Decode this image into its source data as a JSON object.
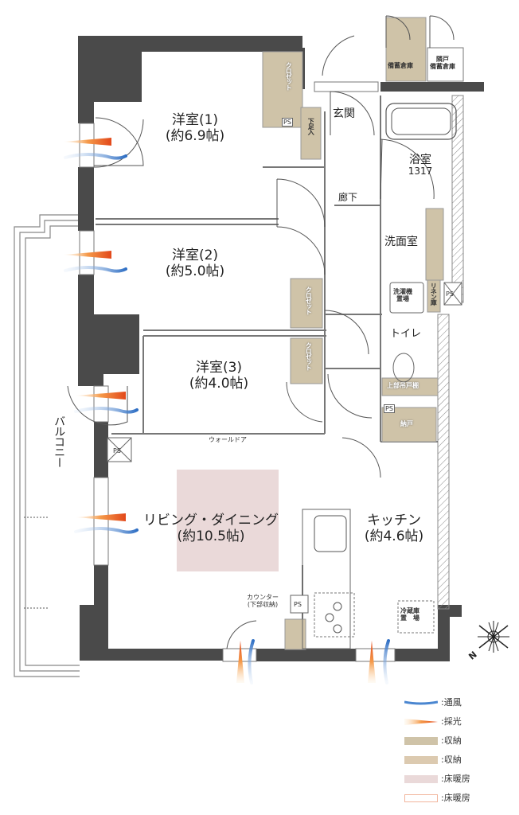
{
  "rooms": {
    "western1": {
      "name": "洋室(1)",
      "size": "(約6.9帖)"
    },
    "western2": {
      "name": "洋室(2)",
      "size": "(約5.0帖)"
    },
    "western3": {
      "name": "洋室(3)",
      "size": "(約4.0帖)"
    },
    "living": {
      "name": "リビング・ダイニング",
      "size": "(約10.5帖)"
    },
    "kitchen": {
      "name": "キッチン",
      "size": "(約4.6帖)"
    },
    "entrance": "玄関",
    "hallway": "廊下",
    "bathroom": {
      "name": "浴室",
      "spec": "1317"
    },
    "washroom": "洗面室",
    "toilet": "トイレ",
    "balcony": "バルコニー"
  },
  "storage": {
    "closet": "クロゼット",
    "shoe_closet": "下足入",
    "storage_room": "備蓄倉庫",
    "neighbor_storage": "隣戸\n備蓄倉庫",
    "linen": "リネン庫",
    "washer": "洗濯機\n置場",
    "upper_cabinet": "上部吊戸棚",
    "pantry": "納戸",
    "counter": "カウンター\n(下部収納)",
    "fridge": "冷蔵庫\n置　場",
    "wall_door": "ウォールドア",
    "ps": "PS"
  },
  "colors": {
    "wall": "#4a4a4a",
    "storage": "#cfc3a8",
    "storage2": "#dccab0",
    "floor_heating": "#ead9d9",
    "floor_heating_outline": "#f2b59c",
    "ventilation": "#4a86d0",
    "light": "#ef6a22"
  },
  "legend": [
    {
      "label": ":通風",
      "type": "ventilation"
    },
    {
      "label": ":採光",
      "type": "light"
    },
    {
      "label": ":収納",
      "type": "storage"
    },
    {
      "label": ":収納",
      "type": "storage2"
    },
    {
      "label": ":床暖房",
      "type": "floor_heating"
    },
    {
      "label": ":床暖房",
      "type": "floor_heating_outline"
    }
  ],
  "compass": {
    "label": "N"
  }
}
